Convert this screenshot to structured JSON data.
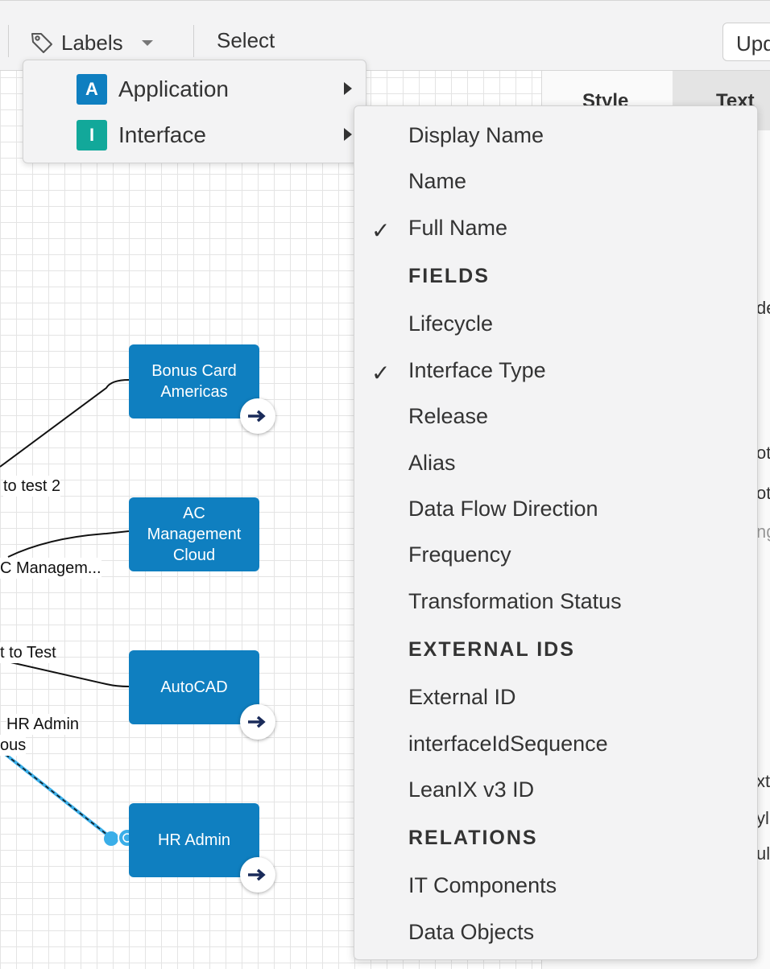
{
  "toolbar": {
    "labels_label": "Labels",
    "select_label": "Select",
    "update_label": "Update"
  },
  "side_panel": {
    "style_tab": "Style",
    "text_tab": "Text",
    "partial_rows": [
      "de",
      "ot",
      "ot",
      "ng",
      "xt",
      "yl",
      "ult"
    ]
  },
  "labels_menu": {
    "items": [
      {
        "badge": "A",
        "label": "Application",
        "color": "#0f7fc0"
      },
      {
        "badge": "I",
        "label": "Interface",
        "color": "#12a89a"
      }
    ]
  },
  "fields_menu": {
    "items": [
      {
        "label": "Display Name",
        "checked": false
      },
      {
        "label": "Name",
        "checked": false
      },
      {
        "label": "Full Name",
        "checked": true
      },
      {
        "label": "FIELDS",
        "header": true
      },
      {
        "label": "Lifecycle",
        "checked": false
      },
      {
        "label": "Interface Type",
        "checked": true
      },
      {
        "label": "Release",
        "checked": false
      },
      {
        "label": "Alias",
        "checked": false
      },
      {
        "label": "Data Flow Direction",
        "checked": false
      },
      {
        "label": "Frequency",
        "checked": false
      },
      {
        "label": "Transformation Status",
        "checked": false
      },
      {
        "label": "EXTERNAL IDS",
        "header": true
      },
      {
        "label": "External ID",
        "checked": false
      },
      {
        "label": "interfaceIdSequence",
        "checked": false
      },
      {
        "label": "LeanIX v3 ID",
        "checked": false
      },
      {
        "label": "RELATIONS",
        "header": true
      },
      {
        "label": "IT Components",
        "checked": false
      },
      {
        "label": "Data Objects",
        "checked": false
      }
    ]
  },
  "diagram": {
    "nodes": [
      {
        "label": "Bonus Card Americas"
      },
      {
        "label": "AC Management Cloud"
      },
      {
        "label": "AutoCAD"
      },
      {
        "label": "HR Admin"
      }
    ],
    "edge_labels": [
      "to test 2",
      "C Managem...",
      "t to Test",
      "HR Admin",
      "ous"
    ]
  },
  "colors": {
    "node_fill": "#0f7fc0",
    "arrow": "#1a2b5a",
    "selection": "#3aaee8"
  }
}
